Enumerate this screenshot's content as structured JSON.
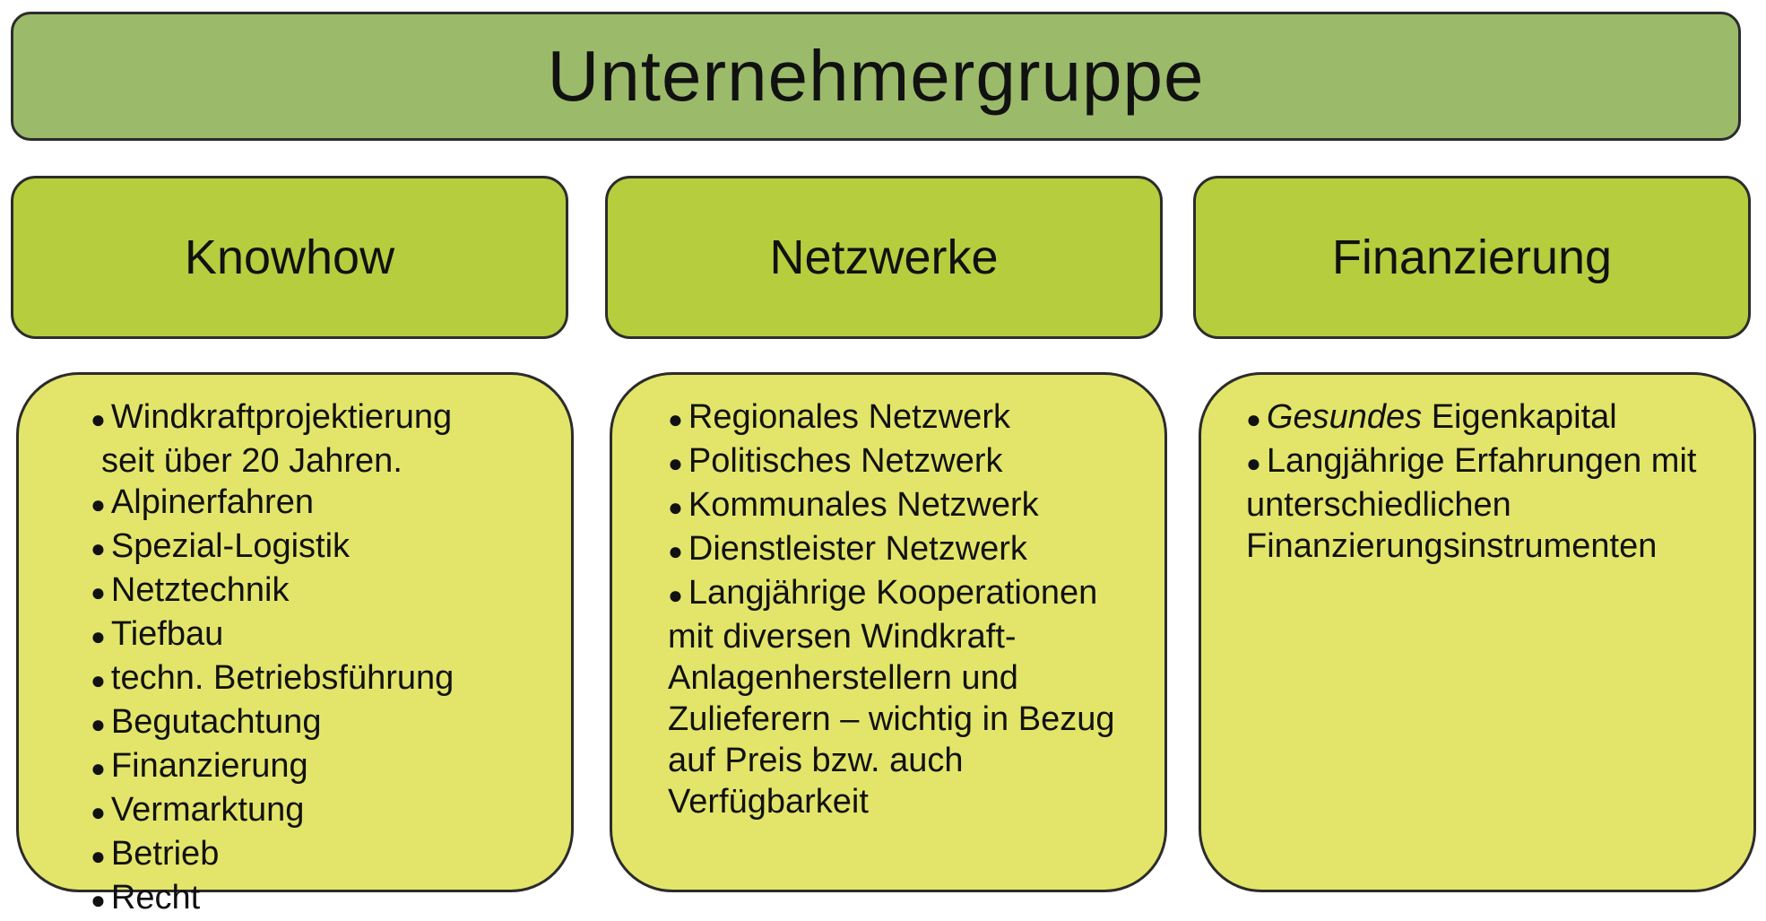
{
  "title": "Unternehmergruppe",
  "columns": [
    {
      "header": "Knowhow",
      "items": [
        "Windkraftprojektierung",
        "seit über 20 Jahren.",
        "Alpinerfahren",
        "Spezial-Logistik",
        "Netztechnik",
        "Tiefbau",
        "techn. Betriebsführung",
        "Begutachtung",
        "Finanzierung",
        "Vermarktung",
        "Betrieb",
        "Recht"
      ]
    },
    {
      "header": "Netzwerke",
      "items": [
        "Regionales Netzwerk",
        "Politisches Netzwerk",
        "Kommunales Netzwerk",
        "Dienstleister Netzwerk",
        "Langjährige Kooperationen mit diversen Windkraft-Anlagenherstellern und Zulieferern – wichtig in Bezug auf Preis bzw. auch Verfügbarkeit"
      ]
    },
    {
      "header": "Finanzierung",
      "items": [
        {
          "emphasis": "Gesundes",
          "rest": " Eigenkapital"
        },
        "Langjährige Erfahrungen mit unterschiedlichen Finanzierungsinstrumenten"
      ]
    }
  ],
  "colors": {
    "title_fill": "#9bbb6b",
    "header_fill": "#b6cd3e",
    "body_fill": "#e3e56a",
    "border": "#2c2c2c"
  }
}
